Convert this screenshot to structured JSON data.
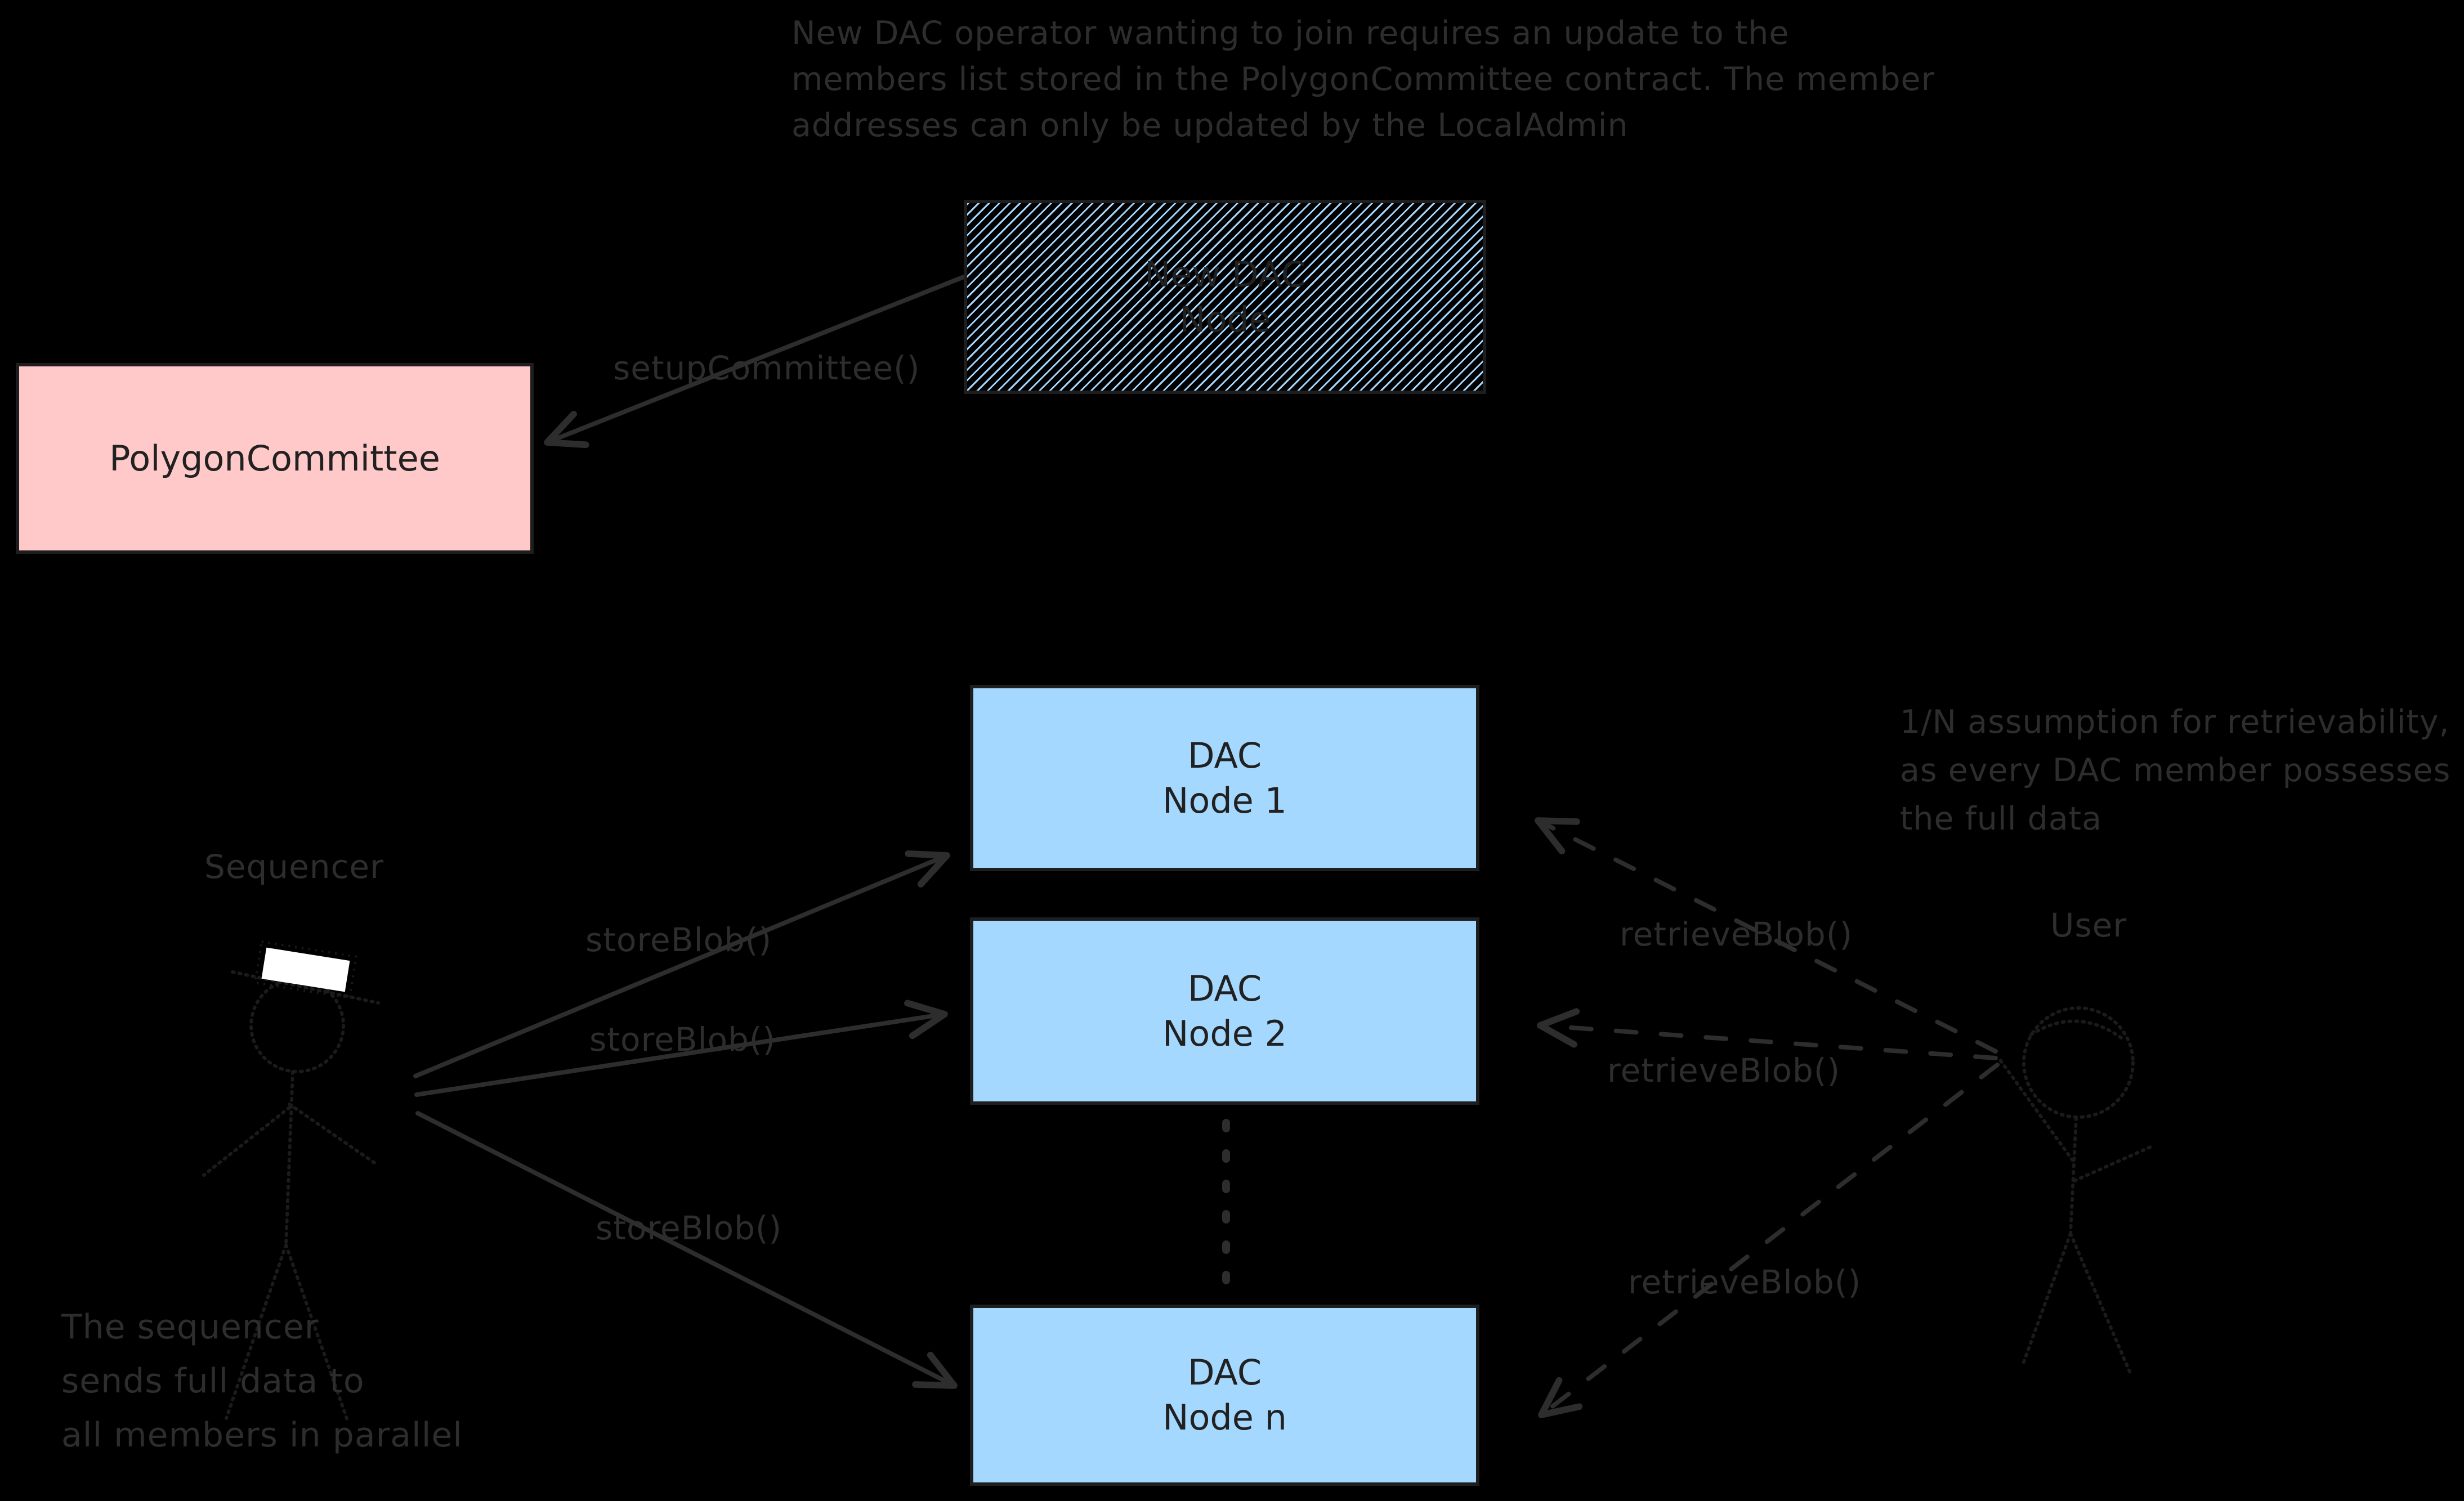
{
  "colors": {
    "bg": "#000000",
    "note_text": "#2d2d2d",
    "arrow": "#2d2d2d",
    "figure": "#1b1b1b",
    "box_border": "#1e1e1e",
    "box_text": "#212121",
    "pink": "#ffc9c9",
    "blue": "#a5d8ff",
    "hat": "#ffffff"
  },
  "annotations": {
    "top_note": {
      "lines": [
        "New DAC operator wanting to join requires an update to the",
        "members list stored in the PolygonCommittee contract. The member",
        "addresses can only be updated by the LocalAdmin"
      ]
    },
    "retrievability_note": {
      "lines": [
        "1/N assumption for retrievability,",
        "as every DAC member possesses",
        "the full data"
      ]
    },
    "parallel_note": {
      "lines": [
        "The sequencer",
        "sends full data to",
        "all members in parallel"
      ]
    }
  },
  "actors": {
    "sequencer": {
      "label": "Sequencer"
    },
    "user": {
      "label": "User"
    }
  },
  "boxes": {
    "new_dac_node": {
      "lines": [
        "New DAC",
        "Node"
      ]
    },
    "polygon_committee": {
      "label": "PolygonCommittee"
    },
    "dac_node_1": {
      "lines": [
        "DAC",
        "Node 1"
      ]
    },
    "dac_node_2": {
      "lines": [
        "DAC",
        "Node 2"
      ]
    },
    "dac_node_n": {
      "lines": [
        "DAC",
        "Node n"
      ]
    }
  },
  "edges": {
    "setup_committee": {
      "label": "setupCommittee()"
    },
    "store_blob_1": {
      "label": "storeBlob()"
    },
    "store_blob_2": {
      "label": "storeBlob()"
    },
    "store_blob_3": {
      "label": "storeBlob()"
    },
    "retrieve_blob_1": {
      "label": "retrieveBlob()"
    },
    "retrieve_blob_2": {
      "label": "retrieveBlob()"
    },
    "retrieve_blob_3": {
      "label": "retrieveBlob()"
    }
  }
}
